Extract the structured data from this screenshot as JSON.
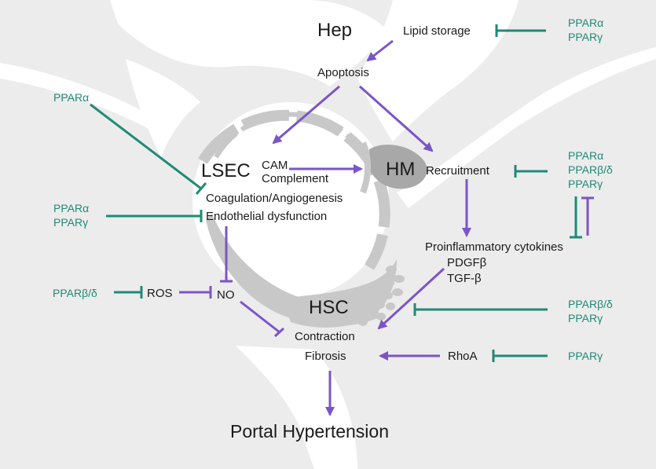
{
  "colors": {
    "background": "#ececec",
    "sinusoid": "#ffffff",
    "cell_gray": "#c8c8c8",
    "arrow_purple": "#7b55c7",
    "inhibitor_teal": "#1f8a76",
    "text": "#1a1a1a"
  },
  "labels": {
    "hep": "Hep",
    "lipid_storage": "Lipid storage",
    "apoptosis": "Apoptosis",
    "lsec": "LSEC",
    "cam": "CAM",
    "complement": "Complement",
    "hm": "HM",
    "recruitment": "Recruitment",
    "coagulation": "Coagulation/Angiogenesis",
    "endothelial": "Endothelial dysfunction",
    "proinflammatory": "Proinflammatory cytokines",
    "pdgfb": "PDGFβ",
    "tgfb": "TGF-β",
    "ros": "ROS",
    "no": "NO",
    "hsc": "HSC",
    "contraction": "Contraction",
    "fibrosis": "Fibrosis",
    "rhoa": "RhoA",
    "portal_hypertension": "Portal Hypertension"
  },
  "ppar": {
    "top_right": [
      "PPARα",
      "PPARγ"
    ],
    "left_top": "PPARα",
    "left_mid": [
      "PPARα",
      "PPARγ"
    ],
    "left_bottom": "PPARβ/δ",
    "right_recruitment": [
      "PPARα",
      "PPARβ/δ",
      "PPARγ"
    ],
    "right_hsc": [
      "PPARβ/δ",
      "PPARγ"
    ],
    "right_rhoa": "PPARγ"
  }
}
